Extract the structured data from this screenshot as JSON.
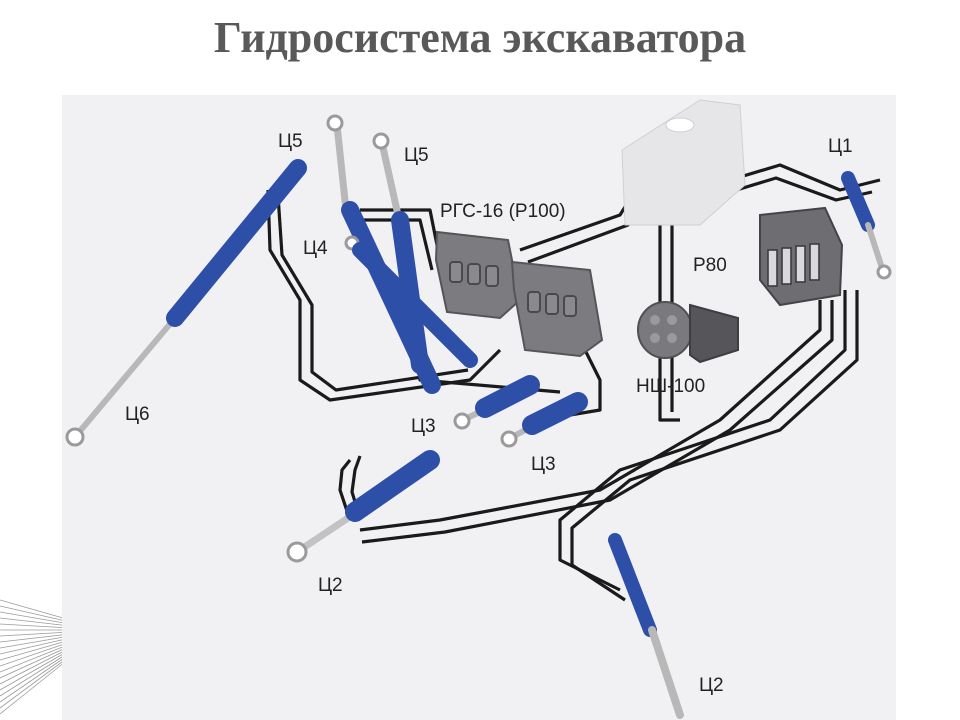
{
  "title": "Гидросистема экскаватора",
  "labels": {
    "c5a": "Ц5",
    "c5b": "Ц5",
    "c4": "Ц4",
    "c6": "Ц6",
    "c3a": "Ц3",
    "c3b": "Ц3",
    "c2a": "Ц2",
    "c2b": "Ц2",
    "c1": "Ц1",
    "rgs": "РГС-16 (Р100)",
    "p80": "Р80",
    "nsh": "НШ-100"
  },
  "colors": {
    "cylinder": "#2e4fa8",
    "rod": "#b8b8b8",
    "hose": "#1a1a1a",
    "valve": "#7c7c80",
    "background": "#f1f1f3"
  },
  "icons": [
    "hydraulic-cylinder-icon",
    "valve-block-icon",
    "pump-icon",
    "tank-icon"
  ]
}
